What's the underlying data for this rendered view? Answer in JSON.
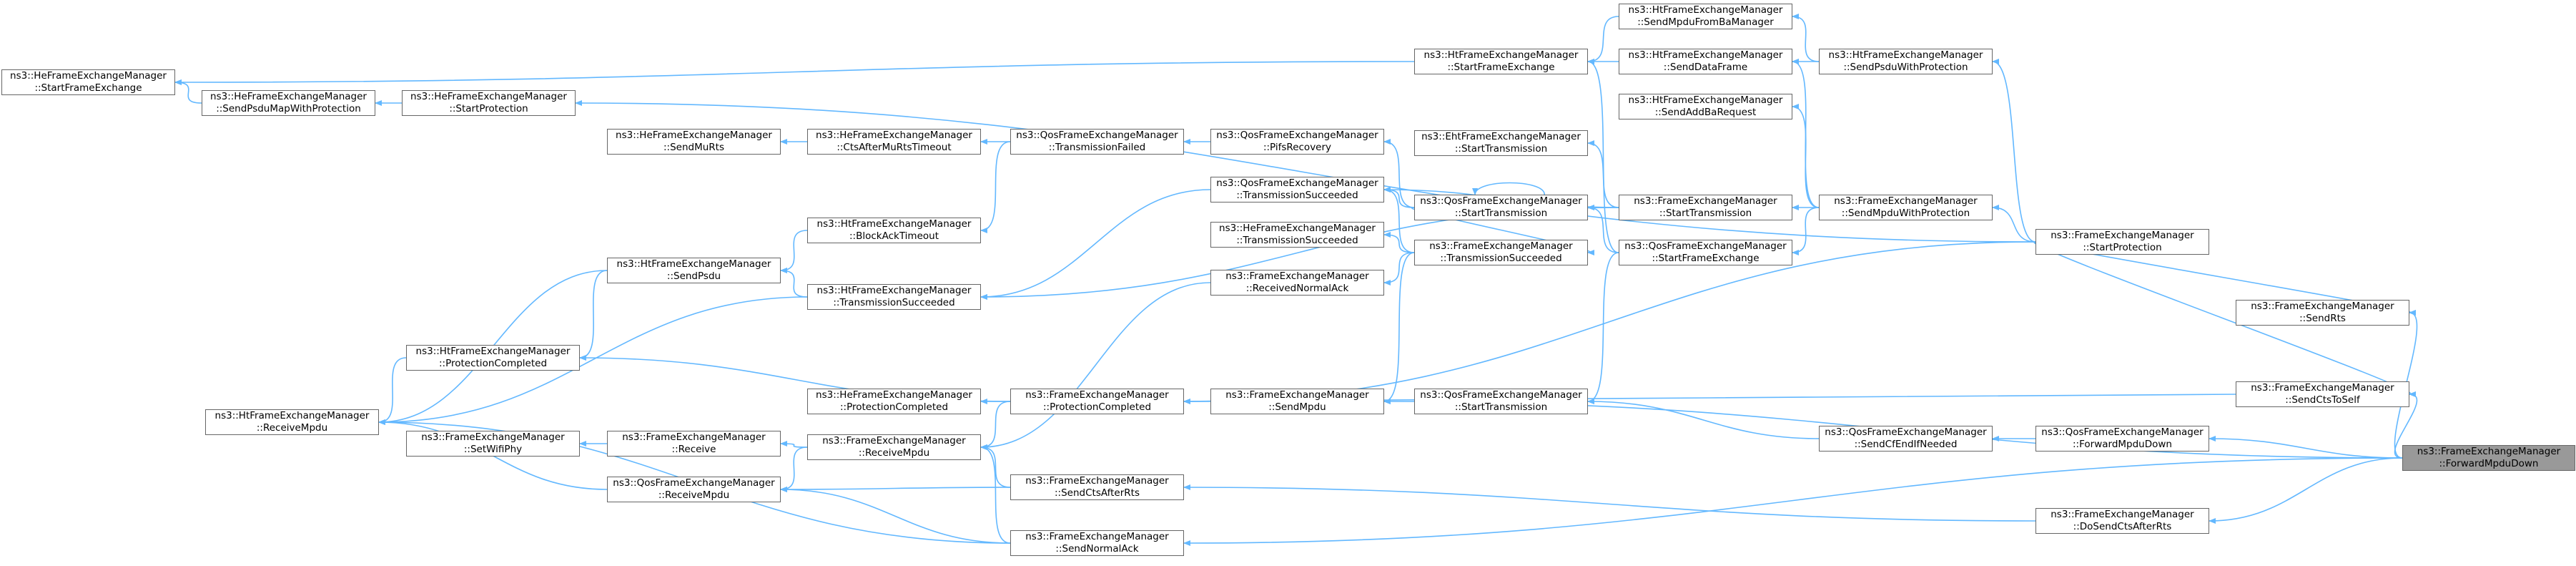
{
  "colors": {
    "edge": "#63b8ff",
    "node_border": "#666666",
    "node_fill": "#ffffff",
    "root_fill": "#999999"
  },
  "nodes": [
    {
      "id": "root",
      "line1": "ns3::FrameExchangeManager",
      "line2": "::ForwardMpduDown"
    },
    {
      "id": "he_start_fe",
      "line1": "ns3::HeFrameExchangeManager",
      "line2": "::StartFrameExchange"
    },
    {
      "id": "he_send_psdu_map",
      "line1": "ns3::HeFrameExchangeManager",
      "line2": "::SendPsduMapWithProtection"
    },
    {
      "id": "he_start_prot",
      "line1": "ns3::HeFrameExchangeManager",
      "line2": "::StartProtection"
    },
    {
      "id": "he_send_murts",
      "line1": "ns3::HeFrameExchangeManager",
      "line2": "::SendMuRts"
    },
    {
      "id": "he_cts_after_murts",
      "line1": "ns3::HeFrameExchangeManager",
      "line2": "::CtsAfterMuRtsTimeout"
    },
    {
      "id": "qos_tx_failed",
      "line1": "ns3::QosFrameExchangeManager",
      "line2": "::TransmissionFailed"
    },
    {
      "id": "qos_pifs",
      "line1": "ns3::QosFrameExchangeManager",
      "line2": "::PifsRecovery"
    },
    {
      "id": "ht_start_fe",
      "line1": "ns3::HtFrameExchangeManager",
      "line2": "::StartFrameExchange"
    },
    {
      "id": "ht_send_mpdu_ba",
      "line1": "ns3::HtFrameExchangeManager",
      "line2": "::SendMpduFromBaManager"
    },
    {
      "id": "ht_send_data",
      "line1": "ns3::HtFrameExchangeManager",
      "line2": "::SendDataFrame"
    },
    {
      "id": "ht_send_addba",
      "line1": "ns3::HtFrameExchangeManager",
      "line2": "::SendAddBaRequest"
    },
    {
      "id": "ht_send_psdu_prot",
      "line1": "ns3::HtFrameExchangeManager",
      "line2": "::SendPsduWithProtection"
    },
    {
      "id": "eht_start_tx",
      "line1": "ns3::EhtFrameExchangeManager",
      "line2": "::StartTransmission"
    },
    {
      "id": "qos_tx_succ",
      "line1": "ns3::QosFrameExchangeManager",
      "line2": "::TransmissionSucceeded"
    },
    {
      "id": "qos_start_tx",
      "line1": "ns3::QosFrameExchangeManager",
      "line2": "::StartTransmission"
    },
    {
      "id": "fe_start_tx",
      "line1": "ns3::FrameExchangeManager",
      "line2": "::StartTransmission"
    },
    {
      "id": "fe_send_mpdu_prot",
      "line1": "ns3::FrameExchangeManager",
      "line2": "::SendMpduWithProtection"
    },
    {
      "id": "ht_blockack",
      "line1": "ns3::HtFrameExchangeManager",
      "line2": "::BlockAckTimeout"
    },
    {
      "id": "he_tx_succ",
      "line1": "ns3::HeFrameExchangeManager",
      "line2": "::TransmissionSucceeded"
    },
    {
      "id": "fe_tx_succ",
      "line1": "ns3::FrameExchangeManager",
      "line2": "::TransmissionSucceeded"
    },
    {
      "id": "qos_start_fe",
      "line1": "ns3::QosFrameExchangeManager",
      "line2": "::StartFrameExchange"
    },
    {
      "id": "fe_start_prot",
      "line1": "ns3::FrameExchangeManager",
      "line2": "::StartProtection"
    },
    {
      "id": "ht_send_psdu",
      "line1": "ns3::HtFrameExchangeManager",
      "line2": "::SendPsdu"
    },
    {
      "id": "ht_tx_succ",
      "line1": "ns3::HtFrameExchangeManager",
      "line2": "::TransmissionSucceeded"
    },
    {
      "id": "fe_recv_normal_ack",
      "line1": "ns3::FrameExchangeManager",
      "line2": "::ReceivedNormalAck"
    },
    {
      "id": "fe_send_rts",
      "line1": "ns3::FrameExchangeManager",
      "line2": "::SendRts"
    },
    {
      "id": "ht_prot_completed",
      "line1": "ns3::HtFrameExchangeManager",
      "line2": "::ProtectionCompleted"
    },
    {
      "id": "he_prot_completed",
      "line1": "ns3::HeFrameExchangeManager",
      "line2": "::ProtectionCompleted"
    },
    {
      "id": "fe_prot_completed",
      "line1": "ns3::FrameExchangeManager",
      "line2": "::ProtectionCompleted"
    },
    {
      "id": "fe_send_mpdu",
      "line1": "ns3::FrameExchangeManager",
      "line2": "::SendMpdu"
    },
    {
      "id": "qos_start_tx2",
      "line1": "ns3::QosFrameExchangeManager",
      "line2": "::StartTransmission"
    },
    {
      "id": "fe_send_cts_self",
      "line1": "ns3::FrameExchangeManager",
      "line2": "::SendCtsToSelf"
    },
    {
      "id": "ht_receive_mpdu",
      "line1": "ns3::HtFrameExchangeManager",
      "line2": "::ReceiveMpdu"
    },
    {
      "id": "fe_set_wifi_phy",
      "line1": "ns3::FrameExchangeManager",
      "line2": "::SetWifiPhy"
    },
    {
      "id": "fe_receive",
      "line1": "ns3::FrameExchangeManager",
      "line2": "::Receive"
    },
    {
      "id": "fe_receive_mpdu",
      "line1": "ns3::FrameExchangeManager",
      "line2": "::ReceiveMpdu"
    },
    {
      "id": "qos_send_cf_end",
      "line1": "ns3::QosFrameExchangeManager",
      "line2": "::SendCfEndIfNeeded"
    },
    {
      "id": "qos_forward",
      "line1": "ns3::QosFrameExchangeManager",
      "line2": "::ForwardMpduDown"
    },
    {
      "id": "qos_receive_mpdu",
      "line1": "ns3::QosFrameExchangeManager",
      "line2": "::ReceiveMpdu"
    },
    {
      "id": "fe_send_cts_after_rts",
      "line1": "ns3::FrameExchangeManager",
      "line2": "::SendCtsAfterRts"
    },
    {
      "id": "fe_do_send_cts",
      "line1": "ns3::FrameExchangeManager",
      "line2": "::DoSendCtsAfterRts"
    },
    {
      "id": "fe_send_normal_ack",
      "line1": "ns3::FrameExchangeManager",
      "line2": "::SendNormalAck"
    }
  ],
  "edges": [
    [
      "he_send_psdu_map",
      "he_start_fe"
    ],
    [
      "he_start_prot",
      "he_send_psdu_map"
    ],
    [
      "fe_start_prot",
      "he_start_prot"
    ],
    [
      "he_cts_after_murts",
      "he_send_murts"
    ],
    [
      "qos_tx_failed",
      "he_cts_after_murts"
    ],
    [
      "qos_pifs",
      "qos_tx_failed"
    ],
    [
      "qos_start_tx",
      "qos_pifs"
    ],
    [
      "ht_start_fe",
      "he_start_fe"
    ],
    [
      "ht_send_mpdu_ba",
      "ht_start_fe"
    ],
    [
      "ht_send_data",
      "ht_start_fe"
    ],
    [
      "ht_send_psdu_prot",
      "ht_send_mpdu_ba"
    ],
    [
      "ht_send_psdu_prot",
      "ht_send_data"
    ],
    [
      "fe_start_prot",
      "ht_send_psdu_prot"
    ],
    [
      "fe_send_mpdu_prot",
      "ht_send_data"
    ],
    [
      "fe_send_mpdu_prot",
      "ht_send_addba"
    ],
    [
      "fe_start_prot",
      "fe_send_mpdu_prot"
    ],
    [
      "fe_send_mpdu_prot",
      "fe_start_tx"
    ],
    [
      "fe_send_mpdu_prot",
      "qos_start_fe"
    ],
    [
      "fe_start_tx",
      "eht_start_tx"
    ],
    [
      "fe_start_tx",
      "qos_start_tx"
    ],
    [
      "fe_start_tx",
      "qos_tx_succ"
    ],
    [
      "fe_start_tx",
      "ht_tx_succ"
    ],
    [
      "qos_start_tx",
      "qos_start_tx"
    ],
    [
      "qos_start_tx",
      "fe_tx_succ"
    ],
    [
      "qos_start_tx",
      "qos_tx_succ"
    ],
    [
      "qos_start_fe",
      "ht_start_fe"
    ],
    [
      "qos_start_fe",
      "qos_start_tx"
    ],
    [
      "qos_start_fe",
      "qos_start_tx2"
    ],
    [
      "fe_tx_succ",
      "qos_tx_succ"
    ],
    [
      "fe_tx_succ",
      "he_tx_succ"
    ],
    [
      "fe_tx_succ",
      "fe_recv_normal_ack"
    ],
    [
      "fe_tx_succ",
      "fe_send_mpdu"
    ],
    [
      "fe_recv_normal_ack",
      "fe_receive_mpdu"
    ],
    [
      "qos_tx_succ",
      "ht_tx_succ"
    ],
    [
      "qos_tx_failed",
      "ht_blockack"
    ],
    [
      "ht_blockack",
      "ht_send_psdu"
    ],
    [
      "ht_send_psdu",
      "ht_receive_mpdu"
    ],
    [
      "ht_send_psdu",
      "ht_prot_completed"
    ],
    [
      "ht_tx_succ",
      "ht_send_psdu"
    ],
    [
      "ht_tx_succ",
      "ht_receive_mpdu"
    ],
    [
      "ht_prot_completed",
      "ht_receive_mpdu"
    ],
    [
      "fe_prot_completed",
      "ht_prot_completed"
    ],
    [
      "fe_prot_completed",
      "he_prot_completed"
    ],
    [
      "fe_prot_completed",
      "fe_receive_mpdu"
    ],
    [
      "fe_prot_completed",
      "fe_send_mpdu"
    ],
    [
      "fe_start_prot",
      "fe_prot_completed"
    ],
    [
      "fe_send_cts_self",
      "fe_prot_completed"
    ],
    [
      "fe_start_prot",
      "fe_send_rts"
    ],
    [
      "fe_start_prot",
      "fe_send_cts_self"
    ],
    [
      "root",
      "fe_send_rts"
    ],
    [
      "root",
      "fe_send_cts_self"
    ],
    [
      "root",
      "qos_forward"
    ],
    [
      "root",
      "fe_send_mpdu"
    ],
    [
      "root",
      "fe_do_send_cts"
    ],
    [
      "root",
      "fe_send_normal_ack"
    ],
    [
      "qos_forward",
      "qos_send_cf_end"
    ],
    [
      "qos_send_cf_end",
      "qos_start_tx2"
    ],
    [
      "fe_receive",
      "fe_set_wifi_phy"
    ],
    [
      "fe_receive_mpdu",
      "fe_receive"
    ],
    [
      "fe_receive_mpdu",
      "qos_receive_mpdu"
    ],
    [
      "qos_receive_mpdu",
      "ht_receive_mpdu"
    ],
    [
      "fe_send_cts_after_rts",
      "fe_receive_mpdu"
    ],
    [
      "fe_send_cts_after_rts",
      "qos_receive_mpdu"
    ],
    [
      "fe_do_send_cts",
      "fe_send_cts_after_rts"
    ],
    [
      "fe_send_normal_ack",
      "fe_receive_mpdu"
    ],
    [
      "fe_send_normal_ack",
      "qos_receive_mpdu"
    ],
    [
      "fe_send_normal_ack",
      "ht_receive_mpdu"
    ]
  ]
}
